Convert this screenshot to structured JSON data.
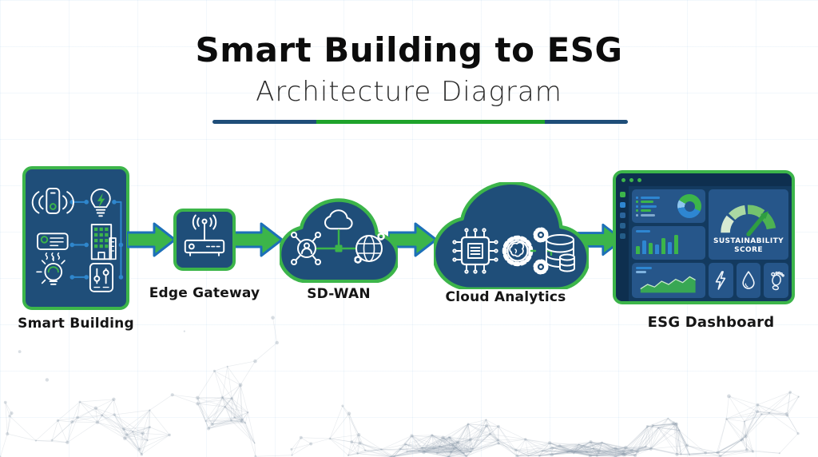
{
  "title": {
    "main": "Smart Building to ESG",
    "subtitle": "Architecture Diagram"
  },
  "divider": {
    "colors": [
      "#1f4e79",
      "#1fa32b",
      "#1f4e79"
    ]
  },
  "nodes": [
    {
      "id": "smart-building",
      "label": "Smart Building",
      "icons": [
        "wireless-sensor-icon",
        "smart-bulb-icon",
        "ac-unit-icon",
        "building-icon",
        "lightbulb-icon",
        "sliders-icon"
      ]
    },
    {
      "id": "edge-gateway",
      "label": "Edge Gateway",
      "icons": [
        "router-icon"
      ]
    },
    {
      "id": "sd-wan",
      "label": "SD-WAN",
      "icons": [
        "cloud-icon",
        "network-hub-icon",
        "globe-icon"
      ]
    },
    {
      "id": "cloud-analytics",
      "label": "Cloud Analytics",
      "icons": [
        "chip-icon",
        "ai-brain-gears-icon",
        "database-icon"
      ]
    },
    {
      "id": "esg-dashboard",
      "label": "ESG Dashboard",
      "icons": [
        "donut-chart-icon",
        "bar-chart-icon",
        "area-chart-icon",
        "gauge-icon",
        "energy-bolt-icon",
        "water-drop-icon",
        "carbon-footprint-icon"
      ]
    }
  ],
  "flow_arrows": 4,
  "dashboard": {
    "window_dots": 3,
    "sidebar_squares": [
      "#3cb54a",
      "#2e86d1",
      "#2a649c",
      "#27608f",
      "#245c88"
    ],
    "legend_lines": [
      {
        "w": 24,
        "color": "#2e86d1"
      },
      {
        "w": 16,
        "color": "#3cb54a"
      },
      {
        "w": 20,
        "color": "#2e86d1"
      },
      {
        "w": 13,
        "color": "#3cb54a"
      },
      {
        "w": 18,
        "color": "#7fa8cc"
      }
    ],
    "donut": {
      "from_deg": 300,
      "segments": [
        {
          "color": "#3cb54a",
          "deg": 175
        },
        {
          "color": "#2e86d1",
          "deg": 145
        },
        {
          "color": "#8ec6ef",
          "deg": 40
        }
      ]
    },
    "bar_values": [
      10,
      17,
      14,
      12,
      20,
      15,
      24
    ],
    "bar_colors": [
      "#3cb54a",
      "#2e86d1",
      "#3cb54a",
      "#2e86d1",
      "#3cb54a",
      "#2e86d1",
      "#3cb54a"
    ],
    "area_line": "0,22 11,15 22,19 33,10 44,15 55,7 66,12 77,3 86,8",
    "gauge_label_1": "SUSTAINABILITY",
    "gauge_label_2": "SCORE",
    "gauge_segment_colors": [
      "#d7ead2",
      "#abd9a3",
      "#74c36e",
      "#4db253"
    ]
  },
  "colors": {
    "node_fill": "#1f4e79",
    "node_border": "#3cb54a",
    "arrow_fill": "#3cb54a",
    "arrow_outline": "#1d70b8",
    "connector_blue": "#2f86cc",
    "accent_green": "#3cb54a"
  }
}
